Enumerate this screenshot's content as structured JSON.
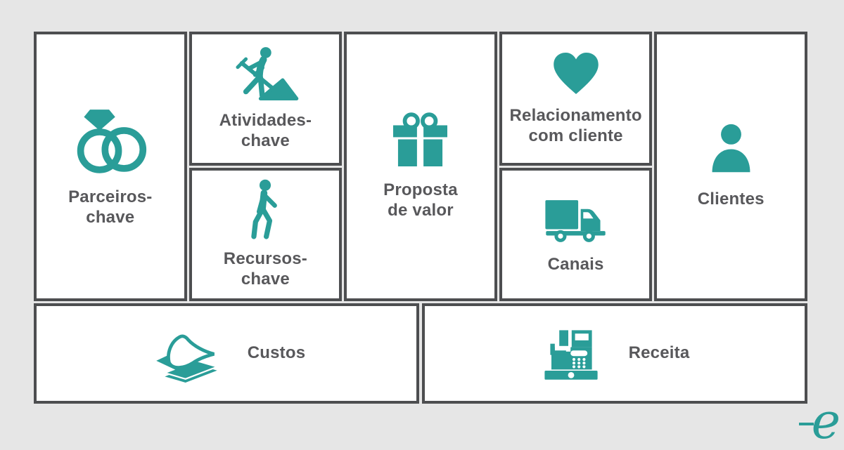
{
  "canvas": {
    "background": "#e6e6e6",
    "box_bg": "#ffffff",
    "accent": "#2a9d98",
    "text": "#58585b",
    "border": "#4d4e50"
  },
  "cells": {
    "parceiros": {
      "label": "Parceiros-\nchave",
      "icon": "wedding-rings-icon"
    },
    "atividades": {
      "label": "Atividades-\nchave",
      "icon": "worker-digging-icon"
    },
    "recursos": {
      "label": "Recursos-\nchave",
      "icon": "walking-person-icon"
    },
    "proposta": {
      "label": "Proposta\nde valor",
      "icon": "gift-icon"
    },
    "relacionamento": {
      "label": "Relacionamento\ncom cliente",
      "icon": "heart-icon"
    },
    "canais": {
      "label": "Canais",
      "icon": "delivery-truck-icon"
    },
    "clientes": {
      "label": "Clientes",
      "icon": "person-icon"
    },
    "custos": {
      "label": "Custos",
      "icon": "paper-stack-icon"
    },
    "receita": {
      "label": "Receita",
      "icon": "cash-register-icon"
    }
  },
  "logo": {
    "letter": "e"
  }
}
